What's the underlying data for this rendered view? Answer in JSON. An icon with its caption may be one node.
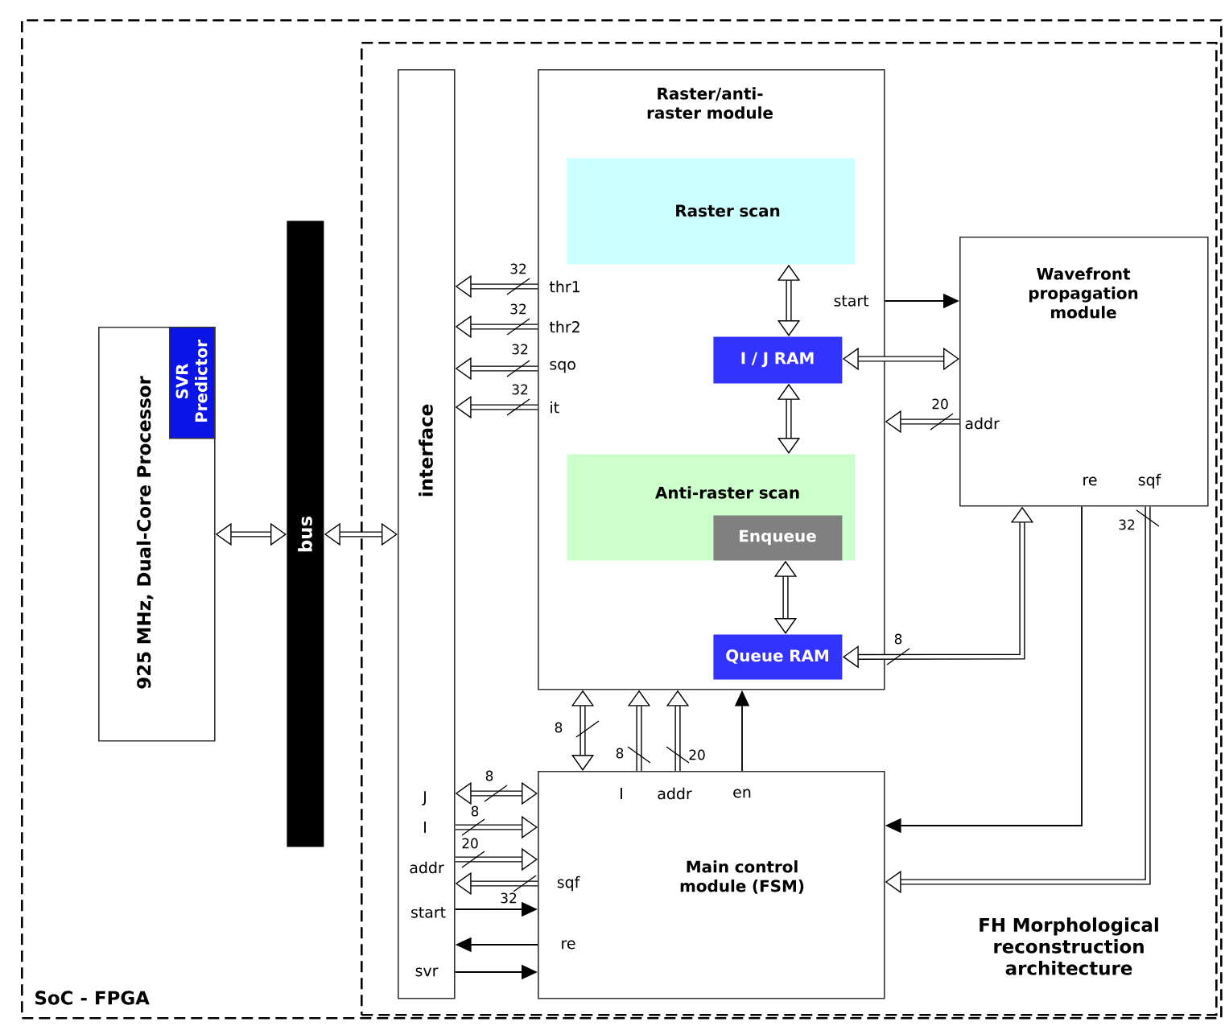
{
  "diagram": {
    "nodes": [
      {
        "text": [
          "SoC - FPGA"
        ]
      },
      {
        "text": [
          "FH Morphological reconstruction architecture"
        ],
        "in": 0
      },
      {
        "text": [
          "925 MHz, Dual-Core Processor"
        ],
        "in": 0
      },
      {
        "text": [
          "SVR Predictor"
        ],
        "in": 2
      },
      {
        "text": [
          "bus"
        ],
        "in": 0
      },
      {
        "text": [
          "interface"
        ],
        "in": 1
      },
      {
        "text": [
          "Raster/anti-raster module"
        ],
        "in": 1
      },
      {
        "text": [
          "Raster scan"
        ],
        "in": 6
      },
      {
        "text": [
          "I / J RAM"
        ],
        "in": 6
      },
      {
        "text": [
          "Anti-raster scan"
        ],
        "in": 6
      },
      {
        "text": [
          "Enqueue"
        ],
        "in": 9
      },
      {
        "text": [
          "Queue RAM"
        ],
        "in": 6
      },
      {
        "text": [
          "Wavefront propagation module"
        ],
        "in": 1
      },
      {
        "text": [
          "Main control module (FSM)"
        ],
        "in": 1
      }
    ],
    "edges": [
      {
        "from": 2,
        "to": 4,
        "arrow": "both"
      },
      {
        "from": 4,
        "to": 5,
        "arrow": "both"
      },
      {
        "from": 6,
        "to": 5,
        "arrow": "to",
        "label": "32"
      },
      {
        "from": 6,
        "to": 5,
        "arrow": "to",
        "label": "32"
      },
      {
        "from": 6,
        "to": 5,
        "arrow": "to",
        "label": "32"
      },
      {
        "from": 6,
        "to": 5,
        "arrow": "to",
        "label": "32"
      },
      {
        "from": 7,
        "to": 8,
        "arrow": "both"
      },
      {
        "from": 8,
        "to": 12,
        "arrow": "both"
      },
      {
        "from": 8,
        "to": 9,
        "arrow": "both"
      },
      {
        "from": 10,
        "to": 11,
        "arrow": "both"
      },
      {
        "from": 6,
        "to": 12,
        "arrow": "to"
      },
      {
        "from": 12,
        "to": 6,
        "arrow": "to",
        "label": "20"
      },
      {
        "from": 11,
        "to": 12,
        "arrow": "both",
        "label": "8"
      },
      {
        "from": 13,
        "to": 6,
        "arrow": "both",
        "label": "8"
      },
      {
        "from": 13,
        "to": 6,
        "arrow": "to",
        "label": "8"
      },
      {
        "from": 13,
        "to": 6,
        "arrow": "to",
        "label": "20"
      },
      {
        "from": 13,
        "to": 6,
        "arrow": "to"
      },
      {
        "from": 12,
        "to": 13,
        "arrow": "to"
      },
      {
        "from": 12,
        "to": 13,
        "arrow": "to",
        "label": "32"
      },
      {
        "from": 5,
        "to": 13,
        "arrow": "both",
        "label": "8"
      },
      {
        "from": 5,
        "to": 13,
        "arrow": "to",
        "label": "8"
      },
      {
        "from": 5,
        "to": 13,
        "arrow": "to",
        "label": "20"
      },
      {
        "from": 13,
        "to": 5,
        "arrow": "to",
        "label": "32"
      },
      {
        "from": 5,
        "to": 13,
        "arrow": "to"
      },
      {
        "from": 13,
        "to": 5,
        "arrow": "to"
      },
      {
        "from": 5,
        "to": 13,
        "arrow": "to"
      }
    ],
    "labels": [
      "thr1",
      "start",
      "thr2",
      "sqo",
      "it",
      "addr",
      "re",
      "sqf",
      "I",
      "addr",
      "en",
      "J",
      "I",
      "addr",
      "sqf",
      "start",
      "re",
      "svr"
    ]
  }
}
